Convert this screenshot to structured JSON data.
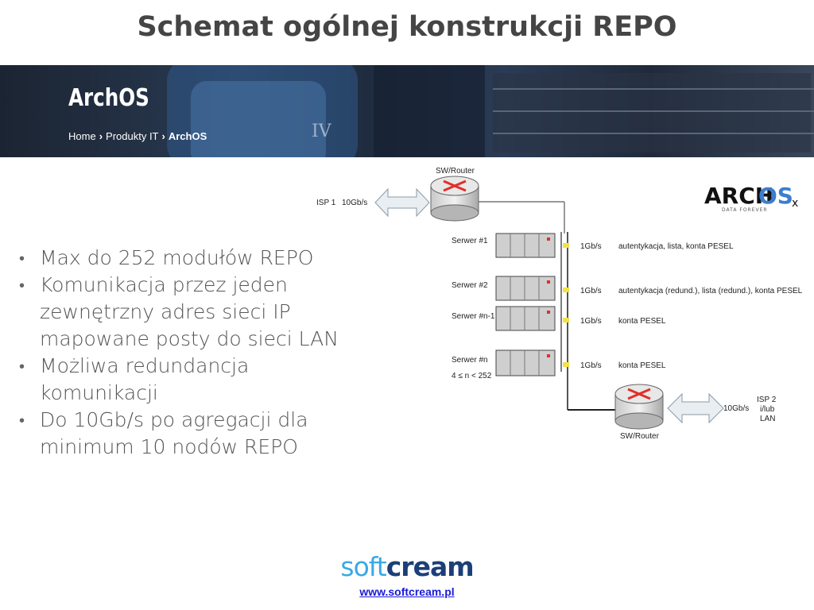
{
  "slide": {
    "title": "Schemat ogólnej konstrukcji REPO"
  },
  "banner": {
    "heading": "ArchOS",
    "breadcrumb": [
      "Home",
      "Produkty IT",
      "ArchOS"
    ]
  },
  "bullets": [
    "Max do 252 modułów REPO",
    "Komunikacja przez jeden zewnętrzny adres sieci IP mapowane posty do sieci LAN",
    "Możliwa redundancja komunikacji",
    "Do 10Gb/s po agregacji dla minimum 10 nodów REPO"
  ],
  "diagram": {
    "router_top": "SW/Router",
    "router_bottom": "SW/Router",
    "isp1": "ISP 1",
    "isp1_speed": "10Gb/s",
    "isp2": [
      "ISP 2",
      "i/lub",
      "LAN"
    ],
    "isp2_speed": "10Gb/s",
    "servers": [
      {
        "name": "Serwer #1",
        "speed": "1Gb/s",
        "role": "autentykacja, lista, konta PESEL"
      },
      {
        "name": "Serwer #2",
        "speed": "1Gb/s",
        "role": "autentykacja (redund.), lista (redund.), konta PESEL"
      },
      {
        "name": "Serwer #n-1",
        "speed": "1Gb/s",
        "role": "konta PESEL"
      },
      {
        "name": "Serwer #n",
        "speed": "1Gb/s",
        "role": "konta PESEL"
      }
    ],
    "range_note": "4 ≤ n < 252",
    "archos_logo": {
      "text_main": "ARCH",
      "text_os": "OS",
      "text_x": "x",
      "tagline": "DATA FOREVER"
    }
  },
  "footer": {
    "logo_part1": "soft",
    "logo_part2": "cream",
    "url": "www.softcream.pl"
  },
  "colors": {
    "accent_red": "#e0302a",
    "link_blue": "#1a1ad6",
    "logo_light": "#39a9e6",
    "logo_dark": "#1b3f77"
  }
}
